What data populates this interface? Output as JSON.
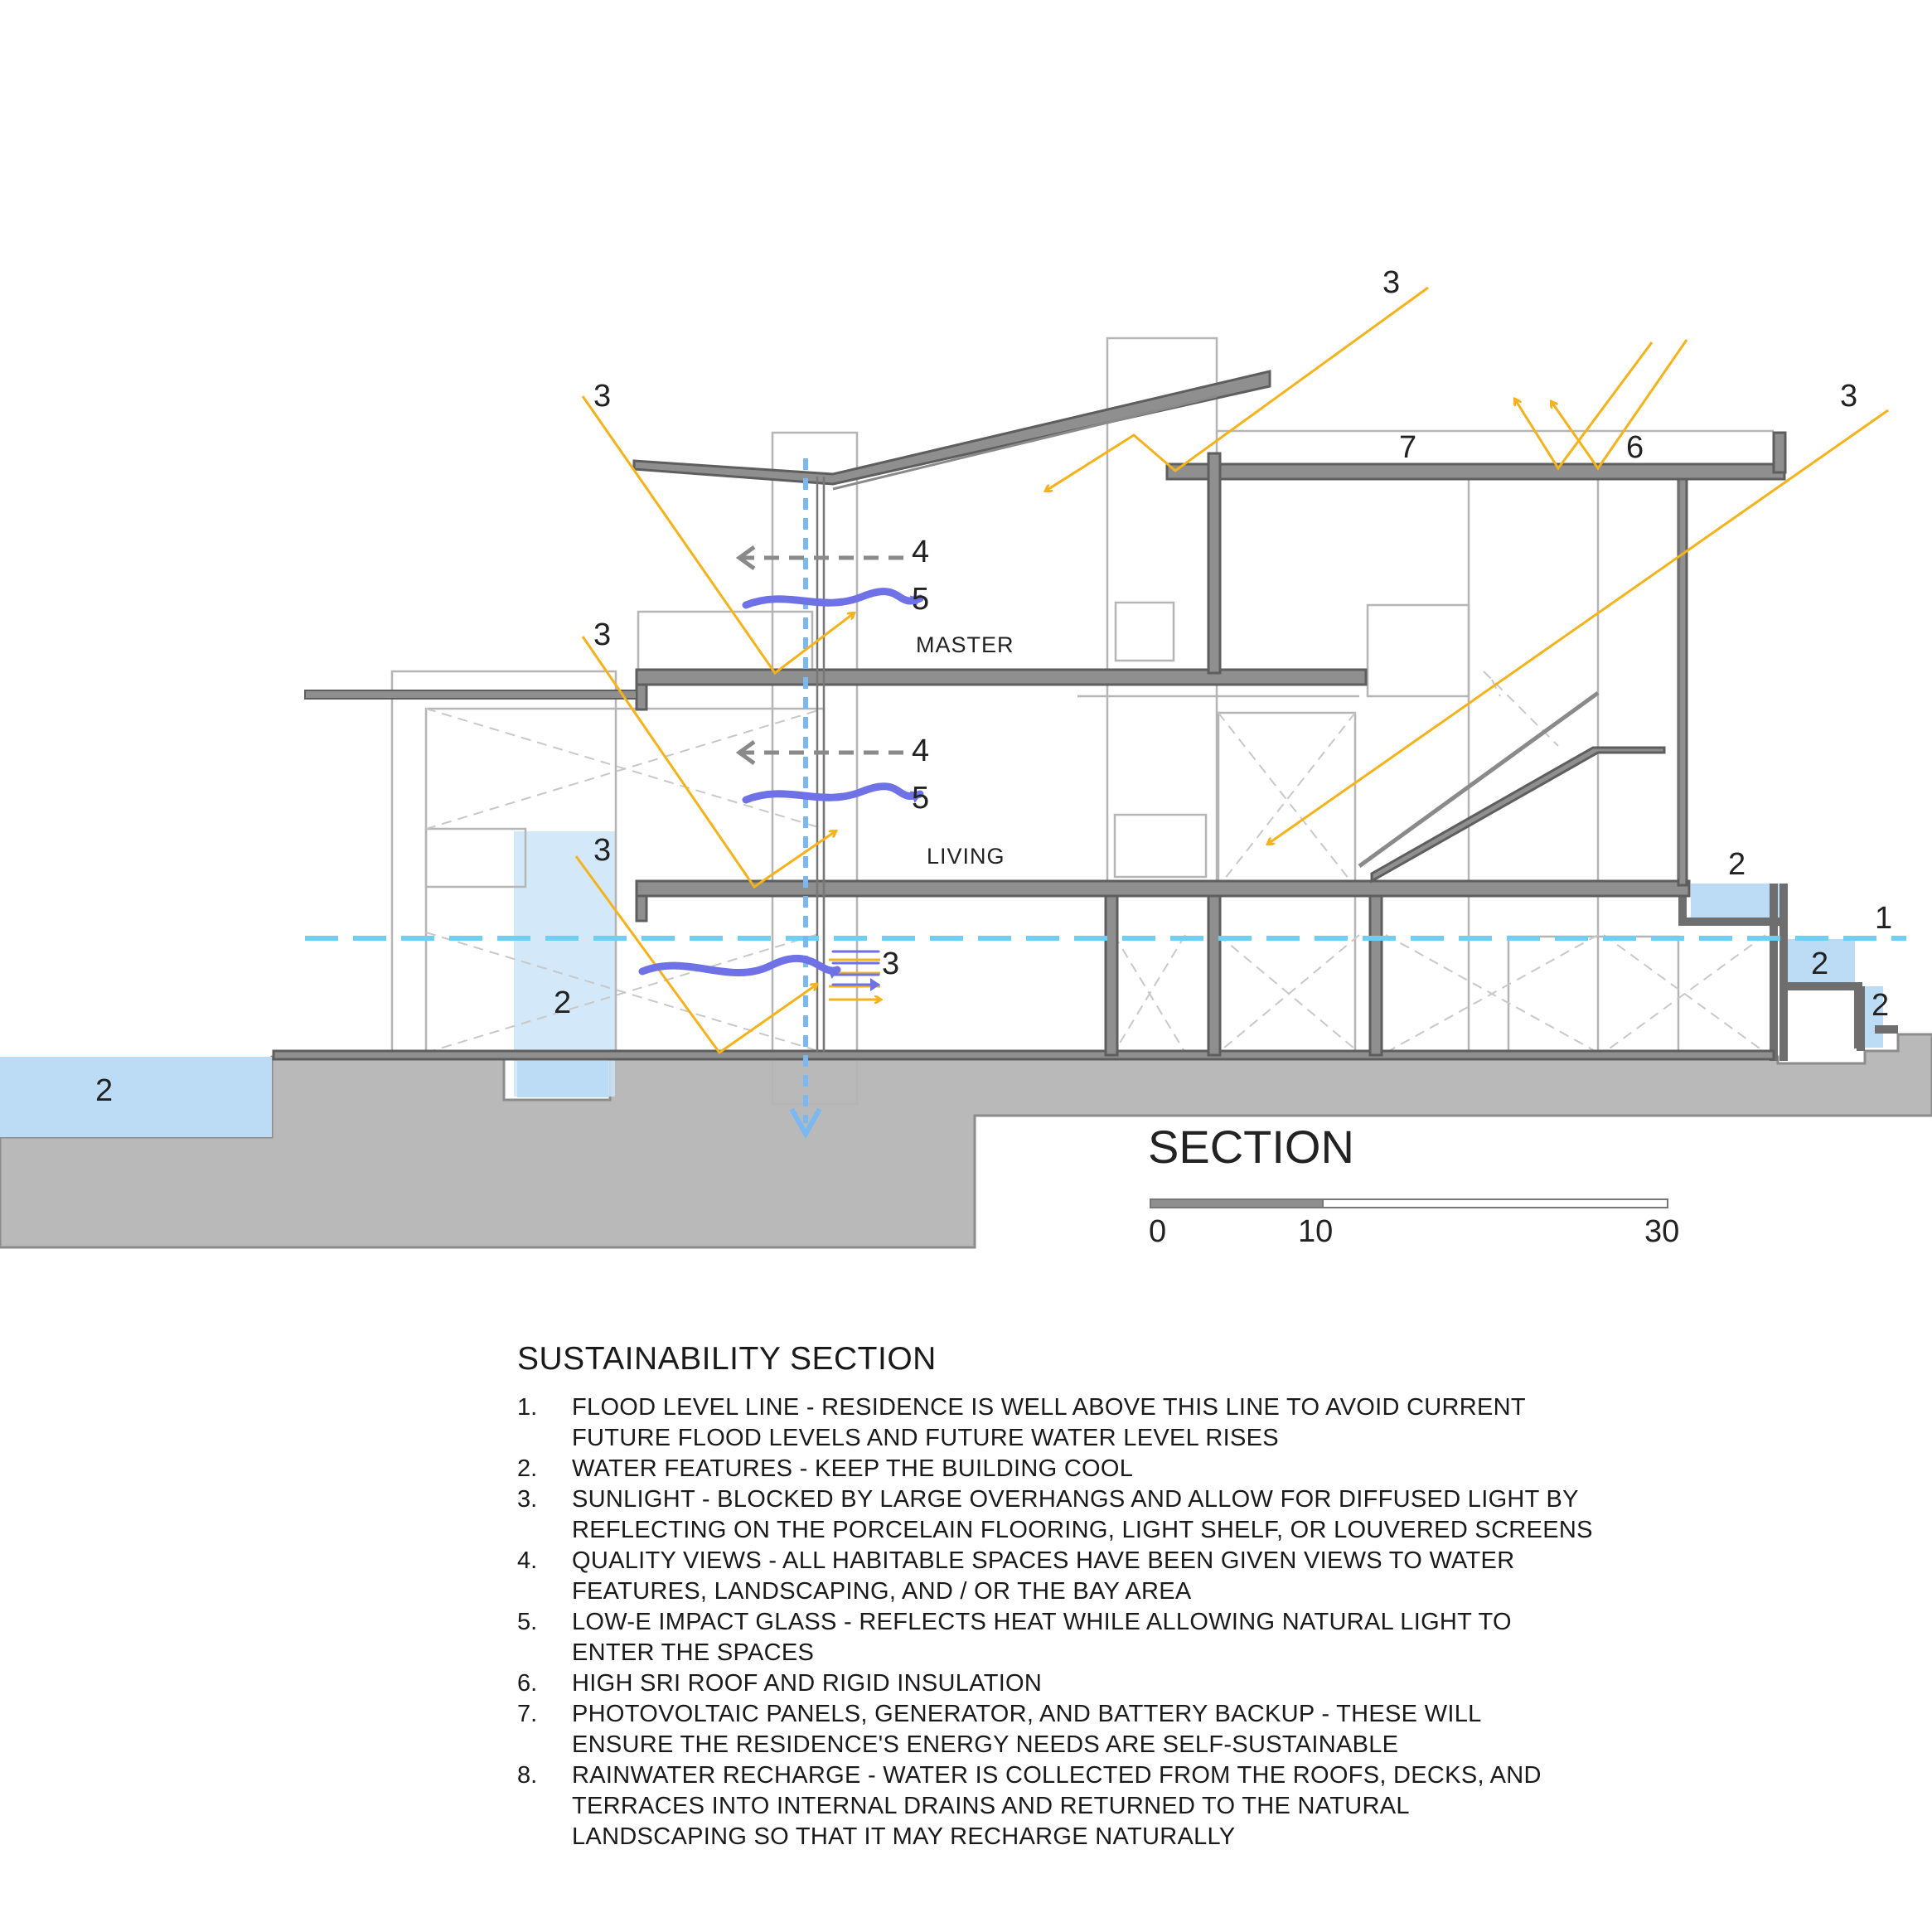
{
  "section_title": "SECTION",
  "scale_bar": {
    "labels": [
      "0",
      "10",
      "30"
    ]
  },
  "rooms": {
    "master": "MASTER",
    "living": "LIVING"
  },
  "callouts": {
    "flood_level": "1",
    "water_feature": "2",
    "sunlight": "3",
    "quality_views": "4",
    "low_e_glass": "5",
    "sri_roof": "6",
    "photovoltaic": "7"
  },
  "legend": {
    "title": "SUSTAINABILITY SECTION",
    "items": [
      {
        "num": "1.",
        "lines": [
          "FLOOD LEVEL LINE - RESIDENCE IS WELL ABOVE THIS LINE TO AVOID CURRENT",
          "FUTURE FLOOD LEVELS AND FUTURE WATER LEVEL RISES"
        ]
      },
      {
        "num": "2.",
        "lines": [
          "WATER FEATURES - KEEP THE BUILDING COOL"
        ]
      },
      {
        "num": "3.",
        "lines": [
          "SUNLIGHT - BLOCKED BY LARGE OVERHANGS AND ALLOW FOR DIFFUSED LIGHT BY",
          "REFLECTING ON THE PORCELAIN FLOORING, LIGHT SHELF, OR LOUVERED SCREENS"
        ]
      },
      {
        "num": "4.",
        "lines": [
          "QUALITY VIEWS - ALL HABITABLE SPACES HAVE BEEN GIVEN VIEWS TO WATER",
          "FEATURES, LANDSCAPING, AND / OR THE BAY AREA"
        ]
      },
      {
        "num": "5.",
        "lines": [
          "LOW-E IMPACT GLASS - REFLECTS HEAT WHILE ALLOWING NATURAL LIGHT TO",
          "ENTER THE SPACES"
        ]
      },
      {
        "num": "6.",
        "lines": [
          "HIGH SRI ROOF AND RIGID INSULATION"
        ]
      },
      {
        "num": "7.",
        "lines": [
          "PHOTOVOLTAIC PANELS, GENERATOR, AND BATTERY BACKUP - THESE WILL",
          "ENSURE THE RESIDENCE'S ENERGY NEEDS ARE SELF-SUSTAINABLE"
        ]
      },
      {
        "num": "8.",
        "lines": [
          "RAINWATER RECHARGE - WATER IS COLLECTED FROM THE ROOFS, DECKS, AND",
          "TERRACES INTO INTERNAL DRAINS AND RETURNED TO THE NATURAL",
          "LANDSCAPING SO THAT IT MAY RECHARGE NATURALLY"
        ]
      }
    ]
  },
  "colors": {
    "ground": "#b9b9b9",
    "structure": "#6e6e6e",
    "water": "#bcdcf5",
    "flood_line": "#6fcff2",
    "sunlight": "#f5b21a",
    "airflow": "#6f72e6",
    "view_arrow": "#8a8a8a"
  }
}
